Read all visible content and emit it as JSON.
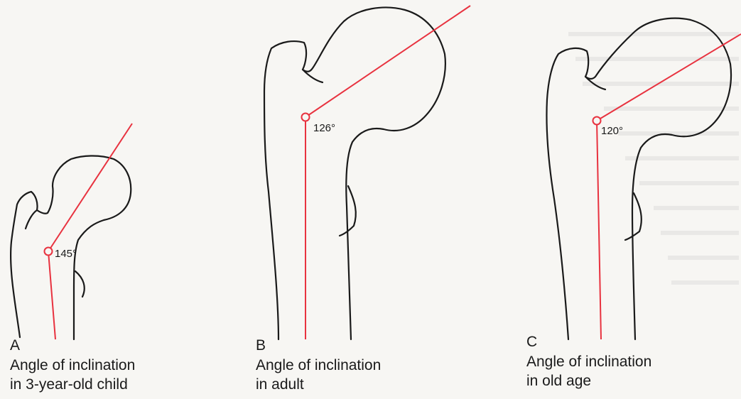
{
  "panels": [
    {
      "letter": "A",
      "caption_line1": "Angle of inclination",
      "caption_line2": "in 3-year-old child",
      "angle": "145°"
    },
    {
      "letter": "B",
      "caption_line1": "Angle of inclination",
      "caption_line2": "in adult",
      "angle": "126°"
    },
    {
      "letter": "C",
      "caption_line1": "Angle of inclination",
      "caption_line2": "in old age",
      "angle": "120°"
    }
  ],
  "colors": {
    "bone_outline": "#1a1a1a",
    "axis_line": "#e8323f",
    "background": "#f7f6f3"
  }
}
